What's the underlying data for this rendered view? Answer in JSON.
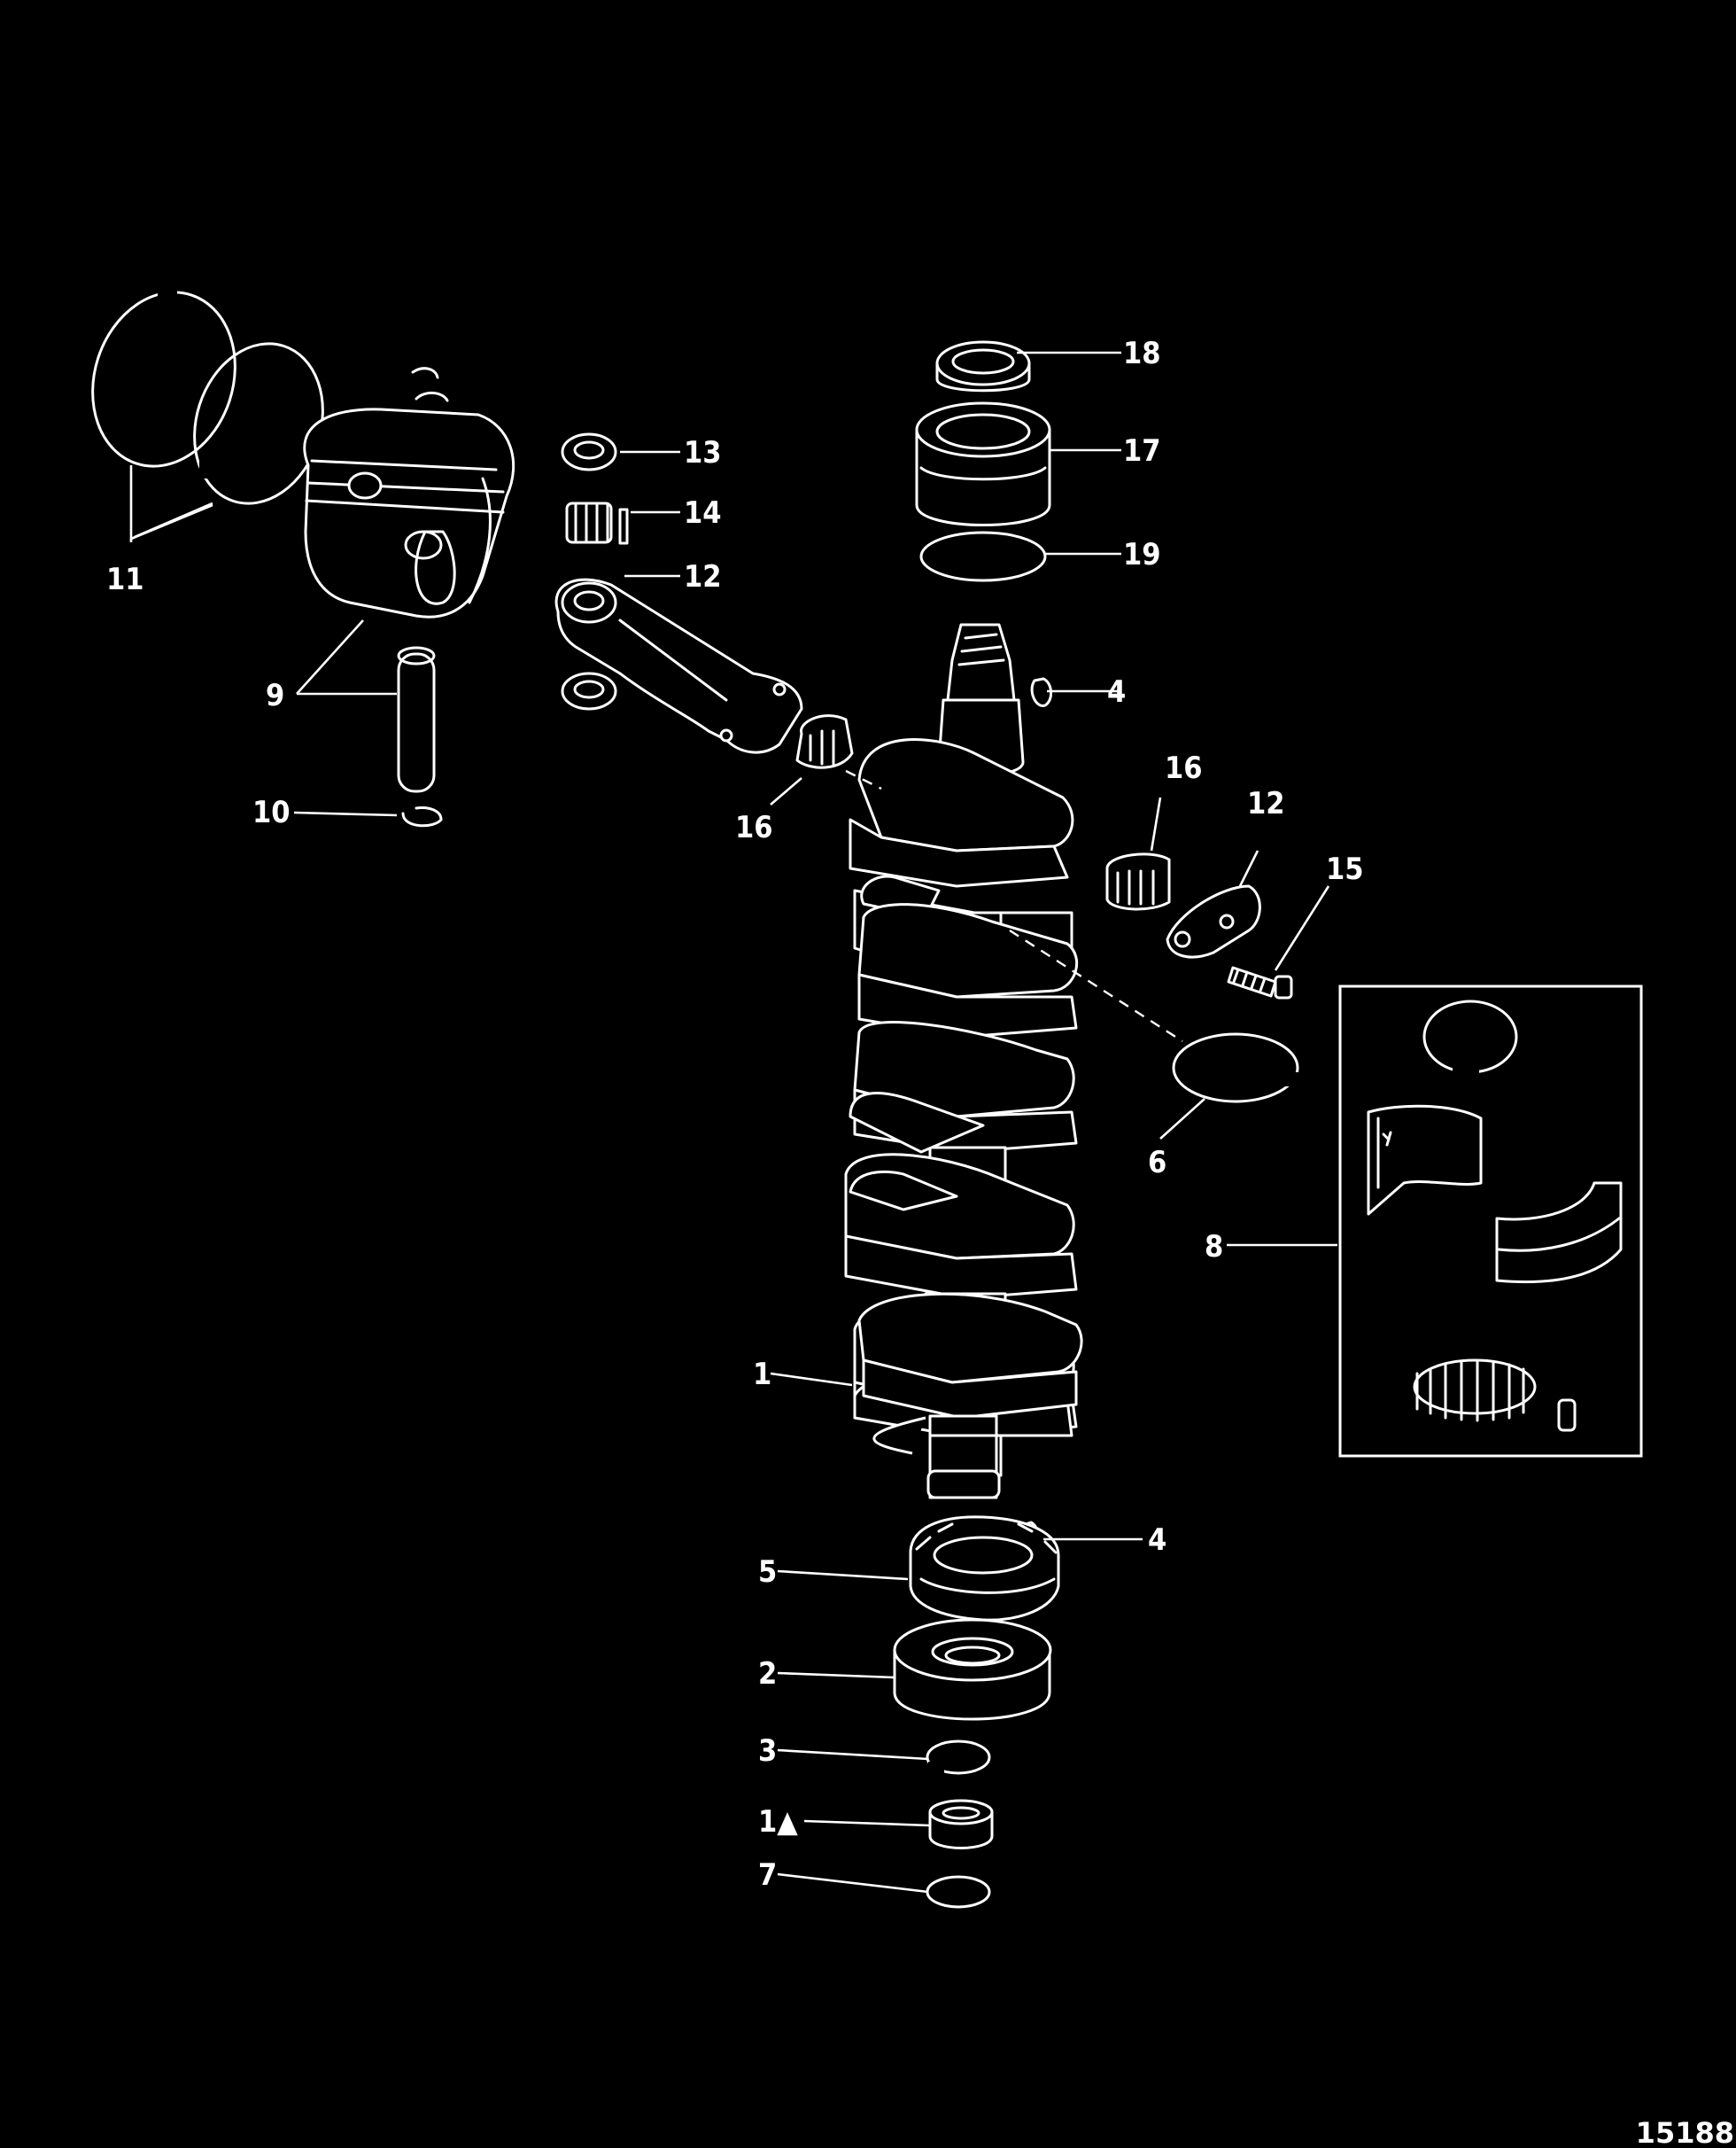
{
  "figure_number": "15188",
  "callouts": [
    {
      "id": "c18",
      "text": "18"
    },
    {
      "id": "c17",
      "text": "17"
    },
    {
      "id": "c19",
      "text": "19"
    },
    {
      "id": "c13",
      "text": "13"
    },
    {
      "id": "c14",
      "text": "14"
    },
    {
      "id": "c12a",
      "text": "12"
    },
    {
      "id": "c11",
      "text": "11"
    },
    {
      "id": "c9",
      "text": "9"
    },
    {
      "id": "c10",
      "text": "10"
    },
    {
      "id": "c4a",
      "text": "4"
    },
    {
      "id": "c16a",
      "text": "16"
    },
    {
      "id": "c16b",
      "text": "16"
    },
    {
      "id": "c12b",
      "text": "12"
    },
    {
      "id": "c15",
      "text": "15"
    },
    {
      "id": "c6",
      "text": "6"
    },
    {
      "id": "c8",
      "text": "8"
    },
    {
      "id": "c1",
      "text": "1"
    },
    {
      "id": "c4b",
      "text": "4"
    },
    {
      "id": "c5",
      "text": "5"
    },
    {
      "id": "c2",
      "text": "2"
    },
    {
      "id": "c3",
      "text": "3"
    },
    {
      "id": "c1a",
      "text": "1▲"
    },
    {
      "id": "c7",
      "text": "7"
    }
  ]
}
